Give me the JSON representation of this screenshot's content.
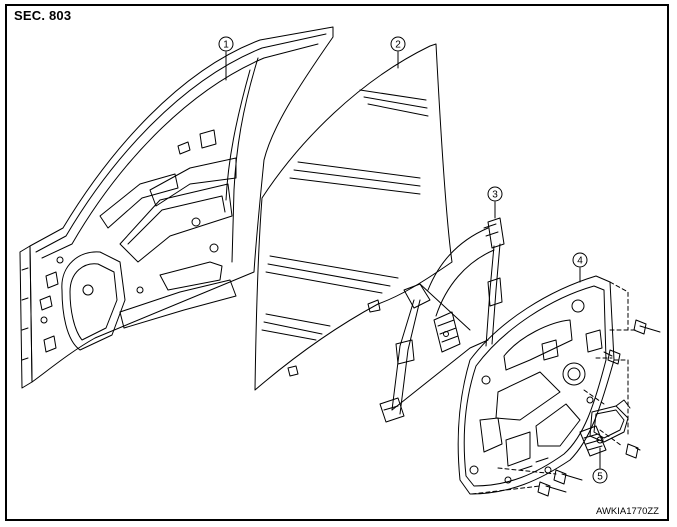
{
  "section_label": "SEC. 803",
  "figure_code": "AWKIA1770ZZ",
  "callouts": [
    {
      "number": "1",
      "part": "door-panel"
    },
    {
      "number": "2",
      "part": "door-glass"
    },
    {
      "number": "3",
      "part": "window-regulator"
    },
    {
      "number": "4",
      "part": "module-assembly"
    },
    {
      "number": "5",
      "part": "power-window-motor"
    }
  ]
}
